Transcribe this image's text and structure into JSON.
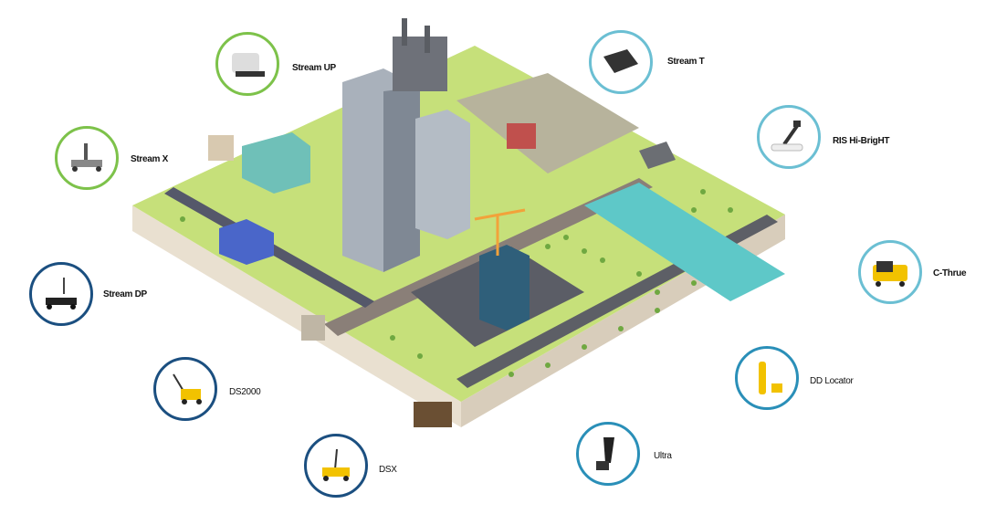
{
  "products": [
    {
      "id": "stream-up",
      "label": "Stream UP",
      "ring": "#7dc24a"
    },
    {
      "id": "stream-t",
      "label": "Stream T",
      "ring": "#6bbfd3"
    },
    {
      "id": "stream-x",
      "label": "Stream X",
      "ring": "#7dc24a"
    },
    {
      "id": "ris-hi-bright",
      "label": "RIS Hi-BrigHT",
      "ring": "#6bbfd3"
    },
    {
      "id": "c-thrue",
      "label": "C-Thrue",
      "ring": "#6bbfd3"
    },
    {
      "id": "stream-dp",
      "label": "Stream DP",
      "ring": "#1b4f80"
    },
    {
      "id": "ds2000",
      "label": "DS2000",
      "ring": "#1b4f80"
    },
    {
      "id": "dd-locator",
      "label": "DD Locator",
      "ring": "#2a8fb8"
    },
    {
      "id": "dsx",
      "label": "DSX",
      "ring": "#1b4f80"
    },
    {
      "id": "ultra",
      "label": "Ultra",
      "ring": "#2a8fb8"
    }
  ],
  "colors": {
    "grass": "#c6e07a",
    "side": "#ece4d6",
    "road": "#5d5f66",
    "river": "#5ec8c8",
    "building": "#9aa2ad"
  }
}
